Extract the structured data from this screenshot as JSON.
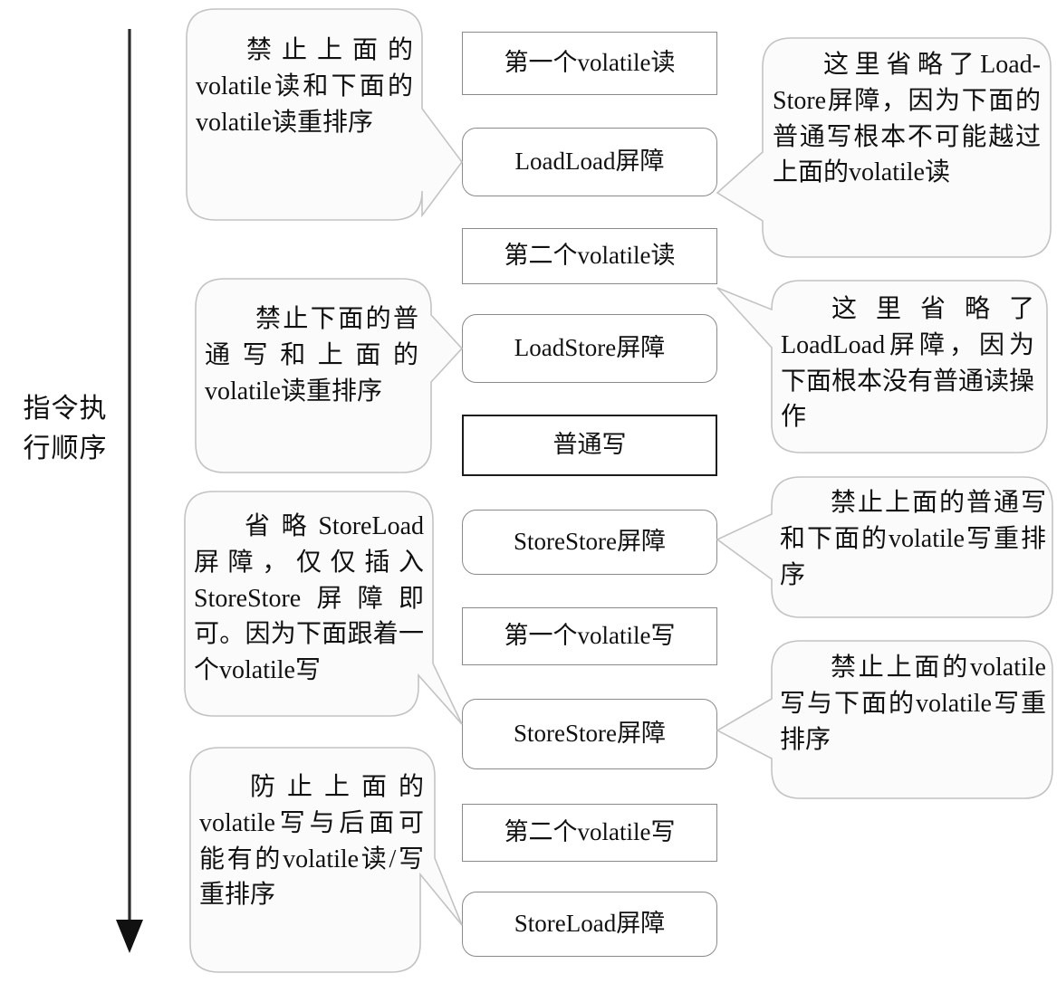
{
  "diagram": {
    "title_axis": "指令执行顺序",
    "axis": {
      "label_line1": "指令执",
      "label_line2": "行顺序",
      "direction_icon": "down-arrow-icon"
    },
    "sequence": [
      {
        "id": "first-volatile-read",
        "label": "第一个volatile读",
        "kind": "operation"
      },
      {
        "id": "loadload-barrier",
        "label": "LoadLoad屏障",
        "kind": "barrier"
      },
      {
        "id": "second-volatile-read",
        "label": "第二个volatile读",
        "kind": "operation"
      },
      {
        "id": "loadstore-barrier",
        "label": "LoadStore屏障",
        "kind": "barrier"
      },
      {
        "id": "normal-write",
        "label": "普通写",
        "kind": "operation-emphasized"
      },
      {
        "id": "storestore-barrier-1",
        "label": "StoreStore屏障",
        "kind": "barrier"
      },
      {
        "id": "first-volatile-write",
        "label": "第一个volatile写",
        "kind": "operation"
      },
      {
        "id": "storestore-barrier-2",
        "label": "StoreStore屏障",
        "kind": "barrier"
      },
      {
        "id": "second-volatile-write",
        "label": "第二个volatile写",
        "kind": "operation"
      },
      {
        "id": "storeload-barrier",
        "label": "StoreLoad屏障",
        "kind": "barrier"
      }
    ],
    "callouts_left": [
      {
        "id": "callout-loadload",
        "text": "禁止上面的volatile读和下面的volatile读重排序",
        "target": "LoadLoad屏障"
      },
      {
        "id": "callout-loadstore",
        "text": "禁止下面的普通写和上面的volatile读重排序",
        "target": "LoadStore屏障"
      },
      {
        "id": "callout-storestore-omit",
        "text": "省略StoreLoad屏障，仅仅插入StoreStore屏障即可。因为下面跟着一个volatile写",
        "target": "StoreStore屏障"
      },
      {
        "id": "callout-storeload",
        "text": "防止上面的volatile写与后面可能有的volatile读/写重排序",
        "target": "StoreLoad屏障"
      }
    ],
    "callouts_right": [
      {
        "id": "callout-omit-loadstore",
        "text": "这里省略了Load-Store屏障，因为下面的普通写根本不可能越过上面的volatile读",
        "target": "第二个volatile读"
      },
      {
        "id": "callout-omit-loadload",
        "text": "这里省略了LoadLoad屏障，因为下面根本没有普通读操作",
        "target": "LoadStore屏障"
      },
      {
        "id": "callout-storestore-1",
        "text": "禁止上面的普通写和下面的volatile写重排序",
        "target": "StoreStore屏障"
      },
      {
        "id": "callout-storestore-2",
        "text": "禁止上面的volatile写与下面的volatile写重排序",
        "target": "StoreStore屏障"
      }
    ],
    "colors": {
      "background": "#ffffff",
      "box_border": "#8a8a8a",
      "box_border_strong": "#1b1b1b",
      "callout_border": "#bfbfbf",
      "text": "#111111",
      "axis_line": "#2b2b2b"
    }
  }
}
